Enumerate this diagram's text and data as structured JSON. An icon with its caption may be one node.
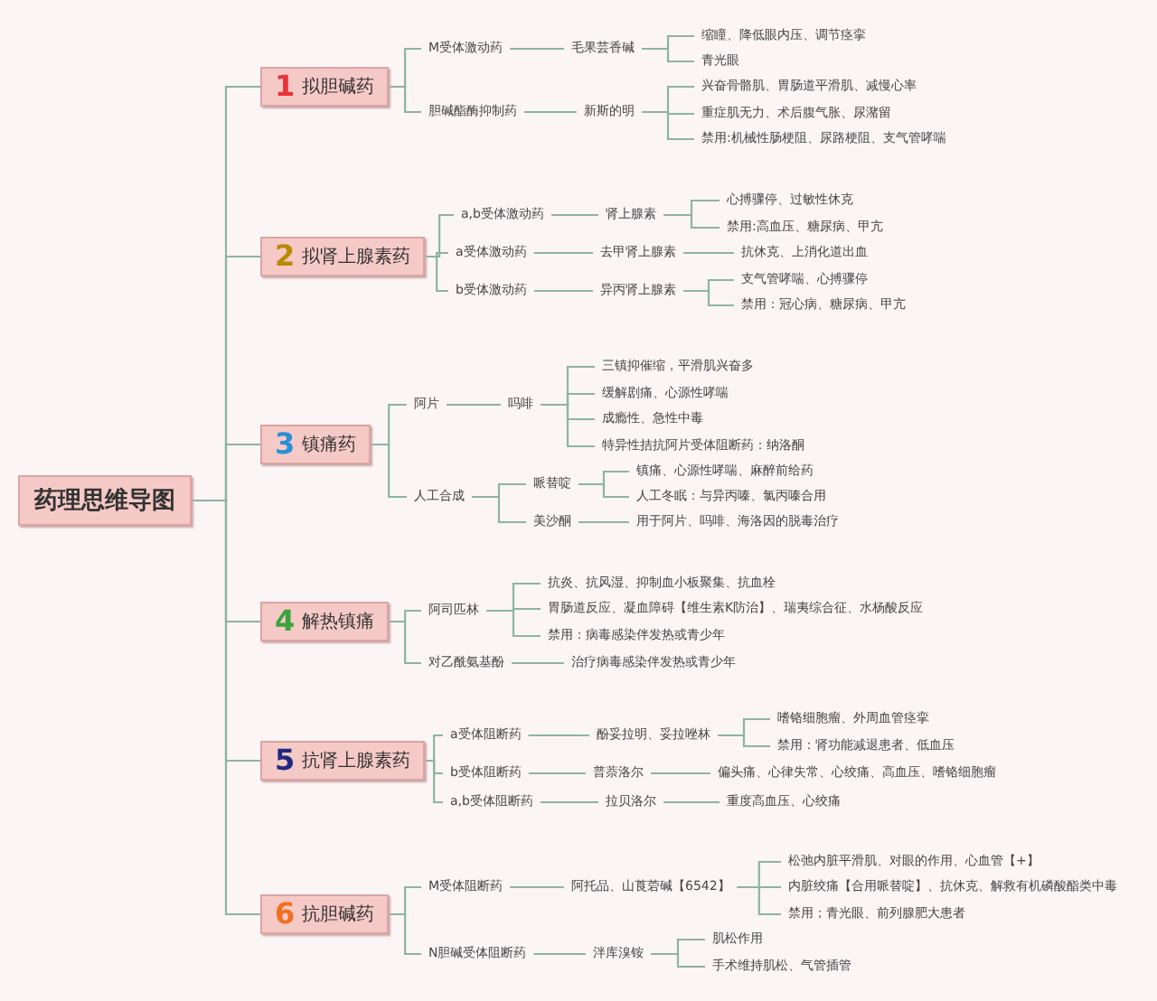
{
  "diagram": {
    "nodes": [
      {
        "text": [
          "药理思维导图"
        ]
      },
      {
        "text": [
          "1",
          "拟胆碱药"
        ]
      },
      {
        "text": [
          "M受体激动药"
        ]
      },
      {
        "text": [
          "毛果芸香碱"
        ]
      },
      {
        "text": [
          "缩瞳、降低眼内压、调节痉挛"
        ]
      },
      {
        "text": [
          "青光眼"
        ]
      },
      {
        "text": [
          "胆碱酯酶抑制药"
        ]
      },
      {
        "text": [
          "新斯的明"
        ]
      },
      {
        "text": [
          "兴奋骨骼肌、胃肠道平滑肌、减慢心率"
        ]
      },
      {
        "text": [
          "重症肌无力、术后腹气胀、尿潴留"
        ]
      },
      {
        "text": [
          "禁用:机械性肠梗阻、尿路梗阻、支气管哮喘"
        ]
      },
      {
        "text": [
          "2",
          "拟肾上腺素药"
        ]
      },
      {
        "text": [
          "a,b受体激动药"
        ]
      },
      {
        "text": [
          "肾上腺素"
        ]
      },
      {
        "text": [
          "心搏骤停、过敏性休克"
        ]
      },
      {
        "text": [
          "禁用:高血压、糖尿病、甲亢"
        ]
      },
      {
        "text": [
          "a受体激动药"
        ]
      },
      {
        "text": [
          "去甲肾上腺素"
        ]
      },
      {
        "text": [
          "抗休克、上消化道出血"
        ]
      },
      {
        "text": [
          "b受体激动药"
        ]
      },
      {
        "text": [
          "异丙肾上腺素"
        ]
      },
      {
        "text": [
          "支气管哮喘、心搏骤停"
        ]
      },
      {
        "text": [
          "禁用：冠心病、糖尿病、甲亢"
        ]
      },
      {
        "text": [
          "3",
          "镇痛药"
        ]
      },
      {
        "text": [
          "阿片"
        ]
      },
      {
        "text": [
          "吗啡"
        ]
      },
      {
        "text": [
          "三镇抑催缩，平滑肌兴奋多"
        ]
      },
      {
        "text": [
          "缓解剧痛、心源性哮喘"
        ]
      },
      {
        "text": [
          "成瘾性、急性中毒"
        ]
      },
      {
        "text": [
          "特异性拮抗阿片受体阻断药：纳洛酮"
        ]
      },
      {
        "text": [
          "人工合成"
        ]
      },
      {
        "text": [
          "哌替啶"
        ]
      },
      {
        "text": [
          "镇痛、心源性哮喘、麻醉前给药"
        ]
      },
      {
        "text": [
          "人工冬眠：与异丙嗪、氯丙嗪合用"
        ]
      },
      {
        "text": [
          "美沙酮"
        ]
      },
      {
        "text": [
          "用于阿片、吗啡、海洛因的脱毒治疗"
        ]
      },
      {
        "text": [
          "4",
          "解热镇痛"
        ]
      },
      {
        "text": [
          "阿司匹林"
        ]
      },
      {
        "text": [
          "抗炎、抗风湿、抑制血小板聚集、抗血栓"
        ]
      },
      {
        "text": [
          "胃肠道反应、凝血障碍【维生素K防治】、瑞夷综合征、水杨酸反应"
        ]
      },
      {
        "text": [
          "禁用：病毒感染伴发热或青少年"
        ]
      },
      {
        "text": [
          "对乙酰氨基酚"
        ]
      },
      {
        "text": [
          "治疗病毒感染伴发热或青少年"
        ]
      },
      {
        "text": [
          "5",
          "抗肾上腺素药"
        ]
      },
      {
        "text": [
          "a受体阻断药"
        ]
      },
      {
        "text": [
          "酚妥拉明、妥拉唑林"
        ]
      },
      {
        "text": [
          "嗜铬细胞瘤、外周血管痉挛"
        ]
      },
      {
        "text": [
          "禁用：肾功能减退患者、低血压"
        ]
      },
      {
        "text": [
          "b受体阻断药"
        ]
      },
      {
        "text": [
          "普萘洛尔"
        ]
      },
      {
        "text": [
          "偏头痛、心律失常、心绞痛、高血压、嗜铬细胞瘤"
        ]
      },
      {
        "text": [
          "a,b受体阻断药"
        ]
      },
      {
        "text": [
          "拉贝洛尔"
        ]
      },
      {
        "text": [
          "重度高血压、心绞痛"
        ]
      },
      {
        "text": [
          "6",
          "抗胆碱药"
        ]
      },
      {
        "text": [
          "M受体阻断药"
        ]
      },
      {
        "text": [
          "阿托品、山莨菪碱【6542】"
        ]
      },
      {
        "text": [
          "松弛内脏平滑肌、对眼的作用、心血管【+】"
        ]
      },
      {
        "text": [
          "内脏绞痛【合用哌替啶】、抗休克、解救有机磷酸酯类中毒"
        ]
      },
      {
        "text": [
          "禁用；青光眼、前列腺肥大患者"
        ]
      },
      {
        "text": [
          "N胆碱受体阻断药"
        ]
      },
      {
        "text": [
          "泮库溴铵"
        ]
      },
      {
        "text": [
          "肌松作用"
        ]
      },
      {
        "text": [
          "手术维持肌松、气管插管"
        ]
      }
    ],
    "edges": [
      {
        "from": 0,
        "to": 1,
        "arrow": "none"
      },
      {
        "from": 0,
        "to": 11,
        "arrow": "none"
      },
      {
        "from": 0,
        "to": 23,
        "arrow": "none"
      },
      {
        "from": 0,
        "to": 36,
        "arrow": "none"
      },
      {
        "from": 0,
        "to": 43,
        "arrow": "none"
      },
      {
        "from": 0,
        "to": 54,
        "arrow": "none"
      },
      {
        "from": 1,
        "to": 2,
        "arrow": "none"
      },
      {
        "from": 2,
        "to": 3,
        "arrow": "none"
      },
      {
        "from": 3,
        "to": 4,
        "arrow": "none"
      },
      {
        "from": 3,
        "to": 5,
        "arrow": "none"
      },
      {
        "from": 1,
        "to": 6,
        "arrow": "none"
      },
      {
        "from": 6,
        "to": 7,
        "arrow": "none"
      },
      {
        "from": 7,
        "to": 8,
        "arrow": "none"
      },
      {
        "from": 7,
        "to": 9,
        "arrow": "none"
      },
      {
        "from": 7,
        "to": 10,
        "arrow": "none"
      },
      {
        "from": 11,
        "to": 12,
        "arrow": "none"
      },
      {
        "from": 12,
        "to": 13,
        "arrow": "none"
      },
      {
        "from": 13,
        "to": 14,
        "arrow": "none"
      },
      {
        "from": 13,
        "to": 15,
        "arrow": "none"
      },
      {
        "from": 11,
        "to": 16,
        "arrow": "none"
      },
      {
        "from": 16,
        "to": 17,
        "arrow": "none"
      },
      {
        "from": 17,
        "to": 18,
        "arrow": "none"
      },
      {
        "from": 11,
        "to": 19,
        "arrow": "none"
      },
      {
        "from": 19,
        "to": 20,
        "arrow": "none"
      },
      {
        "from": 20,
        "to": 21,
        "arrow": "none"
      },
      {
        "from": 20,
        "to": 22,
        "arrow": "none"
      },
      {
        "from": 23,
        "to": 24,
        "arrow": "none"
      },
      {
        "from": 24,
        "to": 25,
        "arrow": "none"
      },
      {
        "from": 25,
        "to": 26,
        "arrow": "none"
      },
      {
        "from": 25,
        "to": 27,
        "arrow": "none"
      },
      {
        "from": 25,
        "to": 28,
        "arrow": "none"
      },
      {
        "from": 25,
        "to": 29,
        "arrow": "none"
      },
      {
        "from": 23,
        "to": 30,
        "arrow": "none"
      },
      {
        "from": 30,
        "to": 31,
        "arrow": "none"
      },
      {
        "from": 31,
        "to": 32,
        "arrow": "none"
      },
      {
        "from": 31,
        "to": 33,
        "arrow": "none"
      },
      {
        "from": 30,
        "to": 34,
        "arrow": "none"
      },
      {
        "from": 34,
        "to": 35,
        "arrow": "none"
      },
      {
        "from": 36,
        "to": 37,
        "arrow": "none"
      },
      {
        "from": 37,
        "to": 38,
        "arrow": "none"
      },
      {
        "from": 37,
        "to": 39,
        "arrow": "none"
      },
      {
        "from": 37,
        "to": 40,
        "arrow": "none"
      },
      {
        "from": 36,
        "to": 41,
        "arrow": "none"
      },
      {
        "from": 41,
        "to": 42,
        "arrow": "none"
      },
      {
        "from": 43,
        "to": 44,
        "arrow": "none"
      },
      {
        "from": 44,
        "to": 45,
        "arrow": "none"
      },
      {
        "from": 45,
        "to": 46,
        "arrow": "none"
      },
      {
        "from": 45,
        "to": 47,
        "arrow": "none"
      },
      {
        "from": 43,
        "to": 48,
        "arrow": "none"
      },
      {
        "from": 48,
        "to": 49,
        "arrow": "none"
      },
      {
        "from": 49,
        "to": 50,
        "arrow": "none"
      },
      {
        "from": 43,
        "to": 51,
        "arrow": "none"
      },
      {
        "from": 51,
        "to": 52,
        "arrow": "none"
      },
      {
        "from": 52,
        "to": 53,
        "arrow": "none"
      },
      {
        "from": 54,
        "to": 55,
        "arrow": "none"
      },
      {
        "from": 55,
        "to": 56,
        "arrow": "none"
      },
      {
        "from": 56,
        "to": 57,
        "arrow": "none"
      },
      {
        "from": 56,
        "to": 58,
        "arrow": "none"
      },
      {
        "from": 56,
        "to": 59,
        "arrow": "none"
      },
      {
        "from": 54,
        "to": 60,
        "arrow": "none"
      },
      {
        "from": 60,
        "to": 61,
        "arrow": "none"
      },
      {
        "from": 61,
        "to": 62,
        "arrow": "none"
      },
      {
        "from": 61,
        "to": 63,
        "arrow": "none"
      }
    ]
  }
}
